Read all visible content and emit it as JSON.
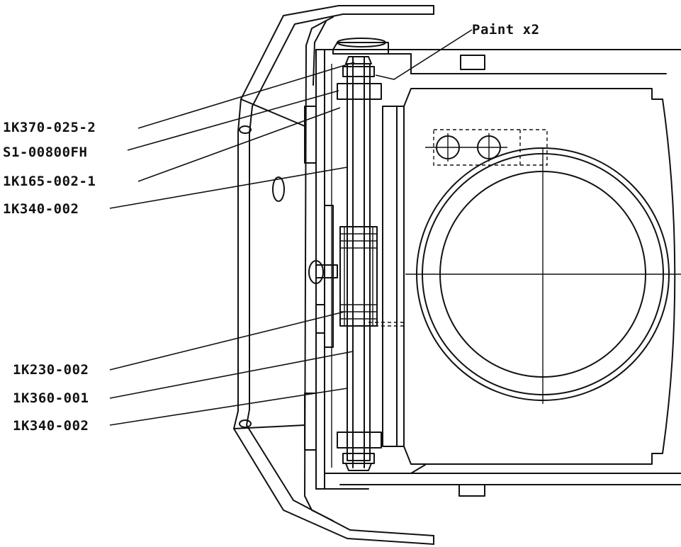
{
  "callouts": {
    "paint": "Paint x2",
    "c1": "1K370-025-2",
    "c2": "S1-00800FH",
    "c3": "1K165-002-1",
    "c4": "1K340-002",
    "c5": "1K230-002",
    "c6": "1K360-001",
    "c7": "1K340-002"
  }
}
